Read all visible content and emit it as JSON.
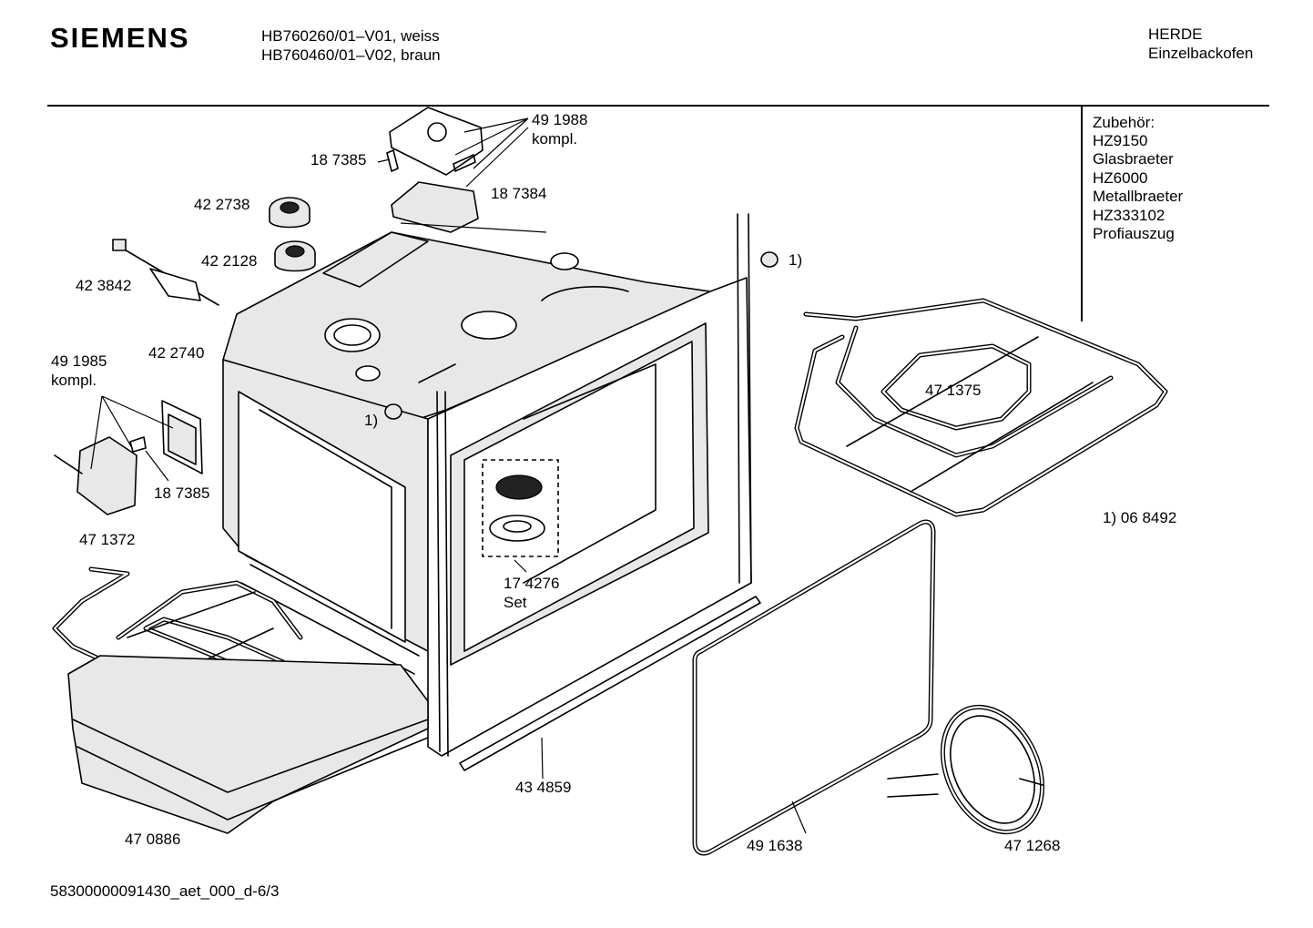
{
  "header": {
    "brand": "SIEMENS",
    "model_line_1": "HB760260/01–V01, weiss",
    "model_line_2": "HB760460/01–V02, braun",
    "category": "HERDE",
    "subcategory": "Einzelbackofen"
  },
  "accessories": {
    "title": "Zubehör:",
    "items": [
      {
        "code": "HZ9150",
        "name": "Glasbraeter"
      },
      {
        "code": "HZ6000",
        "name": "Metallbraeter"
      },
      {
        "code": "HZ333102",
        "name": "Profiauszug"
      }
    ]
  },
  "parts": {
    "p491988": "49 1988",
    "p491988_note": "kompl.",
    "p187385_top": "18 7385",
    "p187384": "18 7384",
    "p422738": "42 2738",
    "p422128": "42 2128",
    "p423842": "42 3842",
    "p491985": "49 1985",
    "p491985_note": "kompl.",
    "p422740": "42 2740",
    "p187385_bottom": "18 7385",
    "p471372": "47 1372",
    "p470886": "47 0886",
    "p174276": "17 4276",
    "p174276_note": "Set",
    "p434859": "43 4859",
    "p491638": "49 1638",
    "p471268": "47 1268",
    "p471375": "47 1375",
    "footnote_top": "1)",
    "footnote_mid": "1)",
    "footnote_def": "1) 06 8492"
  },
  "footer": {
    "document_id": "58300000091430_aet_000_d-6/3"
  }
}
